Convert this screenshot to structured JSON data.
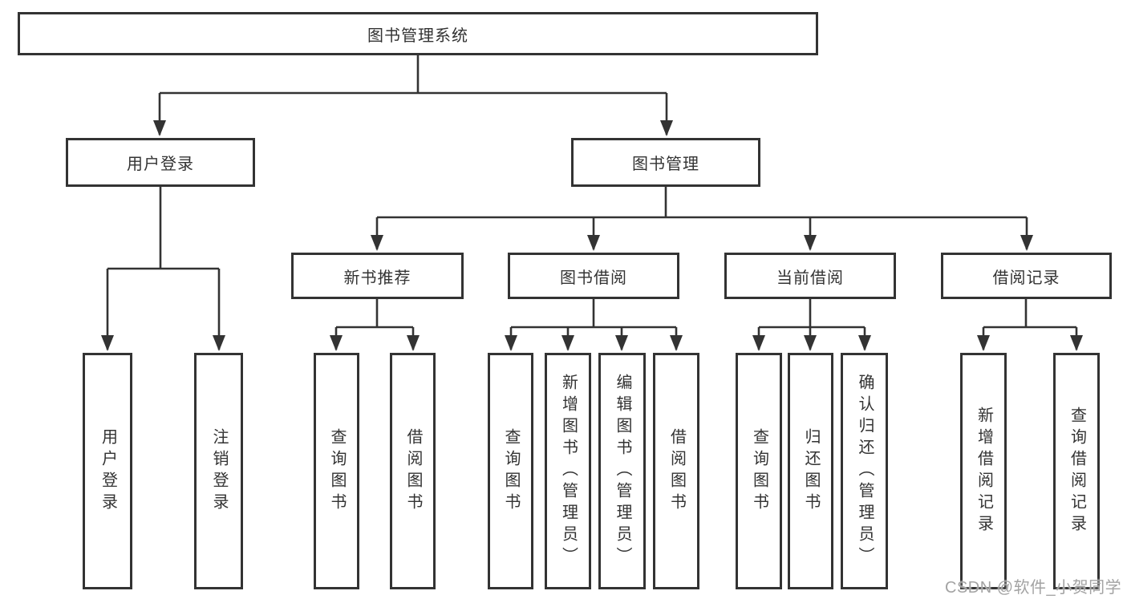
{
  "colors": {
    "stroke": "#333333",
    "box_fill": "#ffffff",
    "text": "#333333",
    "watermark_text": "#a3a3a3",
    "background": "#ffffff"
  },
  "watermark": {
    "text": "CSDN @软件_小贺同学"
  },
  "chart_data": {
    "type": "table",
    "note": "hierarchy tree of diagram nodes, top-down"
  },
  "tree": {
    "label": "图书管理系统",
    "children": [
      {
        "label": "用户登录",
        "children": [
          {
            "label": "用户登录"
          },
          {
            "label": "注销登录"
          }
        ]
      },
      {
        "label": "图书管理",
        "children": [
          {
            "label": "新书推荐",
            "children": [
              {
                "label": "查询图书"
              },
              {
                "label": "借阅图书"
              }
            ]
          },
          {
            "label": "图书借阅",
            "children": [
              {
                "label": "查询图书"
              },
              {
                "label": "新增图书（管理员）"
              },
              {
                "label": "编辑图书（管理员）"
              },
              {
                "label": "借阅图书"
              }
            ]
          },
          {
            "label": "当前借阅",
            "children": [
              {
                "label": "查询图书"
              },
              {
                "label": "归还图书"
              },
              {
                "label": "确认归还（管理员）"
              }
            ]
          },
          {
            "label": "借阅记录",
            "children": [
              {
                "label": "新增借阅记录"
              },
              {
                "label": "查询借阅记录"
              }
            ]
          }
        ]
      }
    ]
  }
}
